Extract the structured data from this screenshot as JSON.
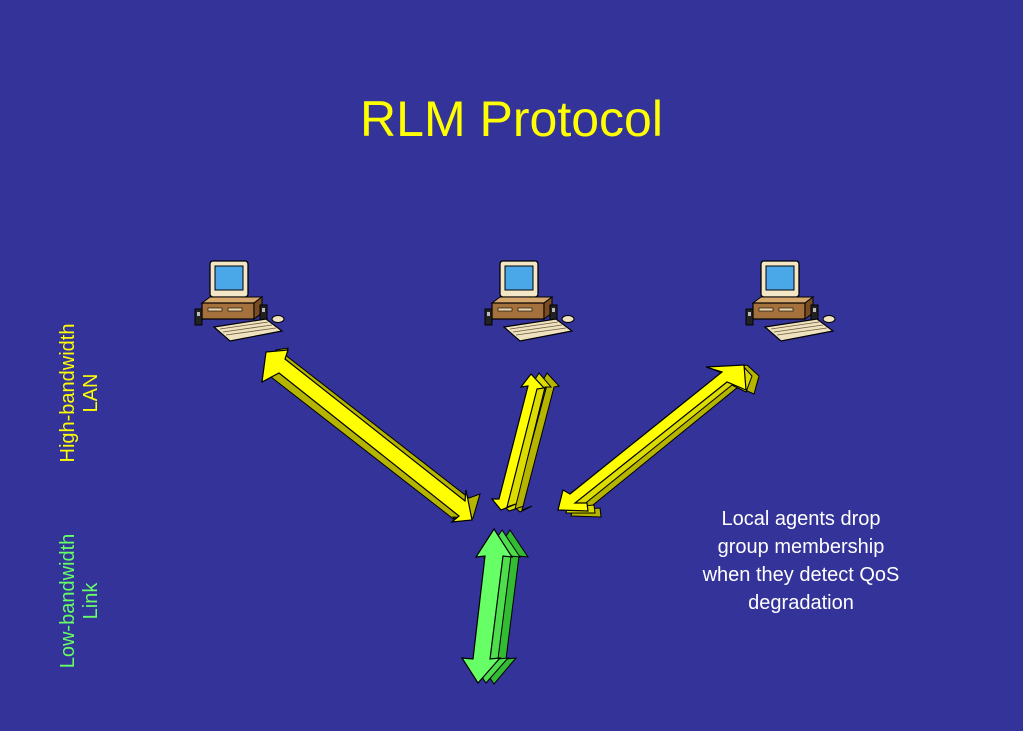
{
  "slide": {
    "title": "RLM Protocol",
    "labels": {
      "high": {
        "line1": "High-bandwidth",
        "line2": "LAN"
      },
      "low": {
        "line1": "Low-bandwidth",
        "line2": "Link"
      }
    },
    "note": {
      "line1": "Local agents drop",
      "line2": "group membership",
      "line3": "when they detect QoS",
      "line4": "degradation"
    }
  },
  "colors": {
    "background": "#333399",
    "title": "#ffff00",
    "high_link_arrow": "#ffff00",
    "high_label": "#ffff00",
    "low_link_arrow": "#66ff66",
    "low_label": "#66ff66",
    "note_text": "#ffffff"
  },
  "icons": [
    "computer-icon",
    "computer-icon",
    "computer-icon"
  ]
}
